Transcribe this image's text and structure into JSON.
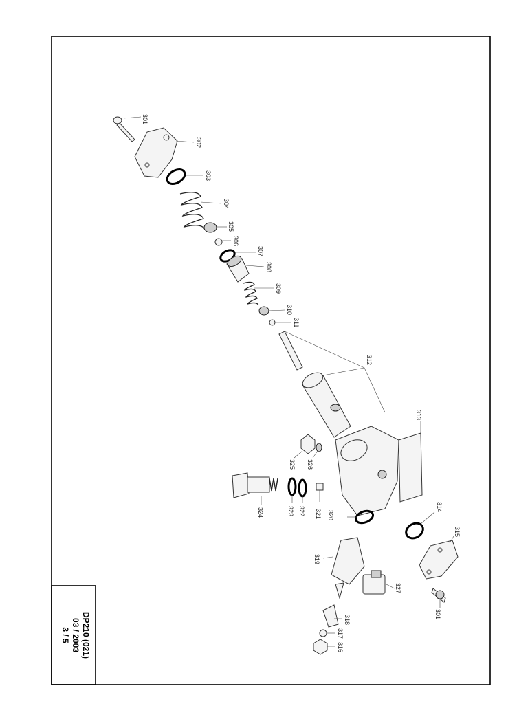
{
  "title_block": {
    "model": "DP210",
    "code": "(021)",
    "date": "03 / 2003",
    "sheet": "3 / 5"
  },
  "callouts": [
    "301",
    "302",
    "303",
    "304",
    "305",
    "306",
    "307",
    "308",
    "309",
    "310",
    "311",
    "312",
    "313",
    "314",
    "315",
    "316",
    "317",
    "318",
    "319",
    "320",
    "321",
    "322",
    "323",
    "324",
    "325",
    "326",
    "327",
    "301"
  ]
}
